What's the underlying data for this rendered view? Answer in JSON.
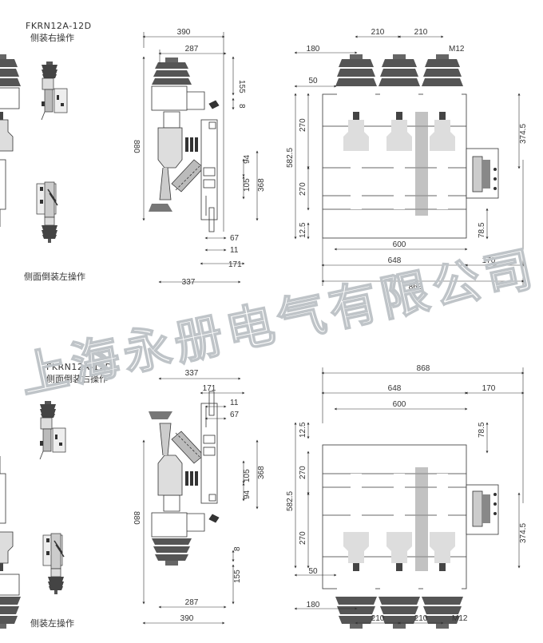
{
  "top": {
    "model": "FKRN12A-12D",
    "variant_right": "侧装右操作",
    "variant_side_left": "侧面倒装左操作"
  },
  "bottom": {
    "model": "FKRN12A-12D",
    "variant_side_right": "侧面倒装右操作",
    "variant_left": "侧装左操作"
  },
  "watermark": "上海永册电气有限公司",
  "dims_side_top": {
    "d390": "390",
    "d287": "287",
    "d155": "155",
    "d8": "8",
    "d880": "880",
    "d94": "94",
    "d105": "105",
    "d368": "368",
    "d67": "67",
    "d11": "11",
    "d171": "171",
    "d337": "337"
  },
  "dims_front_top": {
    "d210a": "210",
    "d210b": "210",
    "m12": "M12",
    "d180": "180",
    "d50": "50",
    "d270a": "270",
    "d582": "582.5",
    "d270b": "270",
    "d12": "12.5",
    "d374": "374.5",
    "d78": "78.5",
    "d600": "600",
    "d648": "648",
    "d170": "170",
    "d868": "868"
  },
  "dims_side_bottom": {
    "d337": "337",
    "d171": "171",
    "d11": "11",
    "d67": "67",
    "d368": "368",
    "d105": "105",
    "d94": "94",
    "d880": "880",
    "d8": "8",
    "d155": "155",
    "d287": "287",
    "d390": "390"
  },
  "dims_front_bottom": {
    "d868": "868",
    "d648": "648",
    "d170": "170",
    "d600": "600",
    "d12": "12.5",
    "d78": "78.5",
    "d270a": "270",
    "d582": "582.5",
    "d270b": "270",
    "d374": "374.5",
    "d50": "50",
    "d180": "180",
    "d210a": "210",
    "d210b": "210",
    "m12": "M12"
  }
}
